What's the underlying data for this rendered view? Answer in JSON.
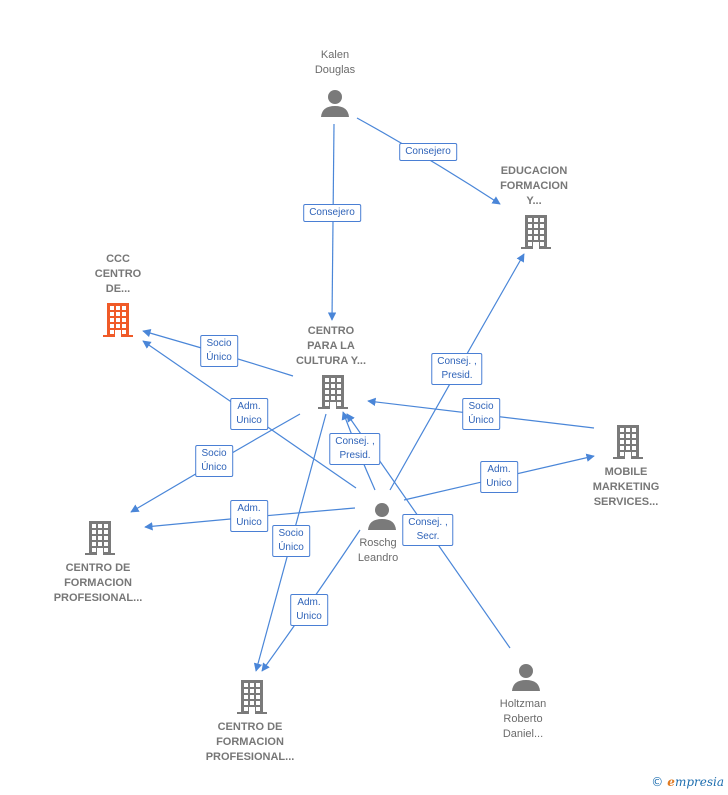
{
  "nodes": [
    {
      "id": "kalen",
      "type": "person",
      "lines": [
        "Kalen",
        "Douglas"
      ]
    },
    {
      "id": "educacion",
      "type": "company",
      "lines": [
        "EDUCACION",
        "FORMACION",
        "Y..."
      ]
    },
    {
      "id": "ccc",
      "type": "company",
      "highlight": true,
      "lines": [
        "CCC",
        "CENTRO",
        "DE..."
      ]
    },
    {
      "id": "centro_cultura",
      "type": "company",
      "lines": [
        "CENTRO",
        "PARA LA",
        "CULTURA Y..."
      ]
    },
    {
      "id": "mobile",
      "type": "company",
      "lines": [
        "MOBILE",
        "MARKETING",
        "SERVICES..."
      ]
    },
    {
      "id": "roschg",
      "type": "person",
      "lines": [
        "Roschg",
        "Leandro"
      ]
    },
    {
      "id": "centro_form_1",
      "type": "company",
      "lines": [
        "CENTRO DE",
        "FORMACION",
        "PROFESIONAL..."
      ]
    },
    {
      "id": "centro_form_2",
      "type": "company",
      "lines": [
        "CENTRO DE",
        "FORMACION",
        "PROFESIONAL..."
      ]
    },
    {
      "id": "holtzman",
      "type": "person",
      "lines": [
        "Holtzman",
        "Roberto",
        "Daniel..."
      ]
    }
  ],
  "edges": [
    {
      "from": "kalen",
      "to": "educacion",
      "label": [
        "Consejero"
      ]
    },
    {
      "from": "kalen",
      "to": "centro_cultura",
      "label": [
        "Consejero"
      ]
    },
    {
      "from": "centro_cultura",
      "to": "ccc",
      "label": [
        "Socio",
        "Único"
      ]
    },
    {
      "from": "roschg",
      "to": "ccc",
      "label": [
        "Adm.",
        "Unico"
      ]
    },
    {
      "from": "centro_cultura",
      "to": "centro_form_1",
      "label": [
        "Socio",
        "Único"
      ]
    },
    {
      "from": "roschg",
      "to": "centro_form_1",
      "label": [
        "Adm.",
        "Unico"
      ]
    },
    {
      "from": "roschg",
      "to": "centro_cultura",
      "label": [
        "Consej. ,",
        "Presid."
      ]
    },
    {
      "from": "roschg",
      "to": "educacion",
      "label": [
        "Consej. ,",
        "Presid."
      ]
    },
    {
      "from": "mobile",
      "to": "centro_cultura",
      "label": [
        "Socio",
        "Único"
      ]
    },
    {
      "from": "roschg",
      "to": "mobile",
      "label": [
        "Adm.",
        "Unico"
      ]
    },
    {
      "from": "holtzman",
      "to": "centro_cultura",
      "label": [
        "Consej. ,",
        "Secr."
      ]
    },
    {
      "from": "centro_cultura",
      "to": "centro_form_2",
      "label": [
        "Socio",
        "Único"
      ]
    },
    {
      "from": "roschg",
      "to": "centro_form_2",
      "label": [
        "Adm.",
        "Unico"
      ]
    }
  ],
  "colors": {
    "edge": "#4a86d8",
    "icon": "#7a7a7a",
    "highlight": "#f05a28"
  },
  "footer": {
    "copyright": "©",
    "brand_initial": "e",
    "brand_rest": "mpresia"
  }
}
